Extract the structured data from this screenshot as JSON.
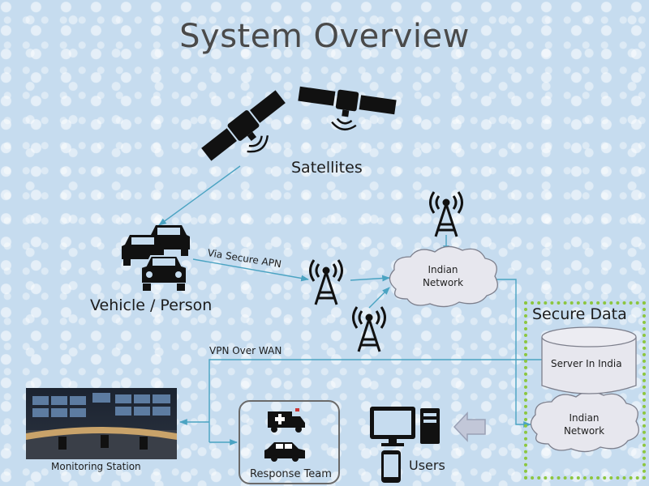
{
  "title": "System Overview",
  "labels": {
    "satellites": "Satellites",
    "vehicle_person": "Vehicle / Person",
    "via_secure_apn": "Via Secure APN",
    "indian_network_1": [
      "Indian",
      "Network"
    ],
    "indian_network_2": [
      "Indian",
      "Network"
    ],
    "secure_data": "Secure Data",
    "server_in_india": "Server In India",
    "vpn_over_wan": "VPN Over WAN",
    "monitoring_station": "Monitoring Station",
    "response_team": "Response Team",
    "users": "Users"
  },
  "colors": {
    "background": "#c6dcef",
    "arrow": "#4aa3c2",
    "secure_border": "#8cc63f",
    "icon_dark": "#111111"
  },
  "icons": [
    "satellite-icon",
    "satellite-icon",
    "cars-icon",
    "tower-icon",
    "tower-icon",
    "tower-icon",
    "cloud-icon",
    "cloud-icon",
    "database-icon",
    "ambulance-icon",
    "police-car-icon",
    "monitor-icon",
    "desktop-tower-icon",
    "phone-icon",
    "arrow-left-icon"
  ]
}
